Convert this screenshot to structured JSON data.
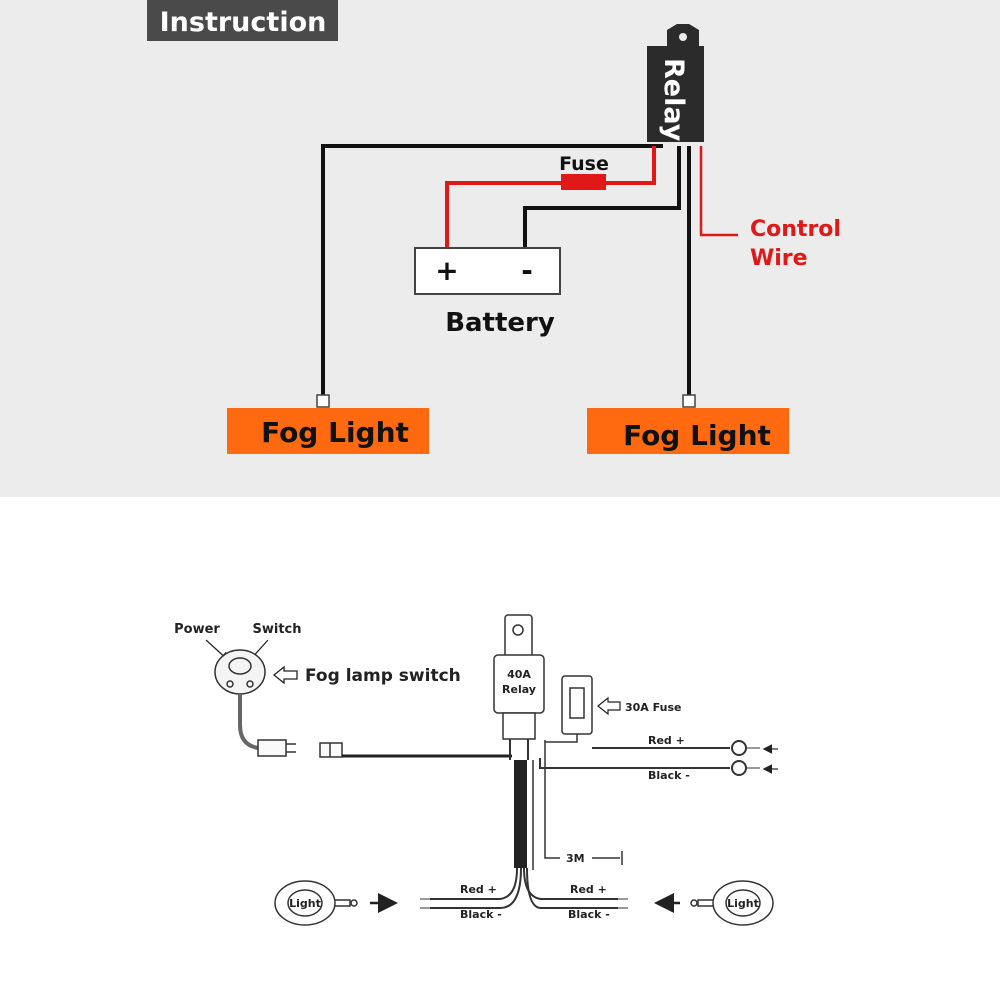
{
  "top": {
    "title": "Instruction",
    "relay_label": "Relay",
    "fuse_label": "Fuse",
    "control_wire_line1": "Control",
    "control_wire_line2": "Wire",
    "battery_plus": "+",
    "battery_minus": "-",
    "battery_label": "Battery",
    "fog_light_left": "Fog Light",
    "fog_light_right": "Fog Light",
    "colors": {
      "panel": "#ececec",
      "title_bg": "#4a4a4a",
      "relay_bg": "#2b2b2b",
      "red_wire": "#e01818",
      "fog_bg": "#ff6a10",
      "wire": "#111111"
    }
  },
  "bottom": {
    "power_label": "Power",
    "switch_label": "Switch",
    "fog_lamp_switch": "Fog lamp switch",
    "relay_line1": "40A",
    "relay_line2": "Relay",
    "fuse_label": "30A Fuse",
    "red_plus_right": "Red +",
    "black_minus_right": "Black -",
    "length_label": "3M",
    "red_left": "Red +",
    "black_left": "Black -",
    "red_right2": "Red +",
    "black_right2": "Black -",
    "light_left": "Light",
    "light_right": "Light"
  }
}
